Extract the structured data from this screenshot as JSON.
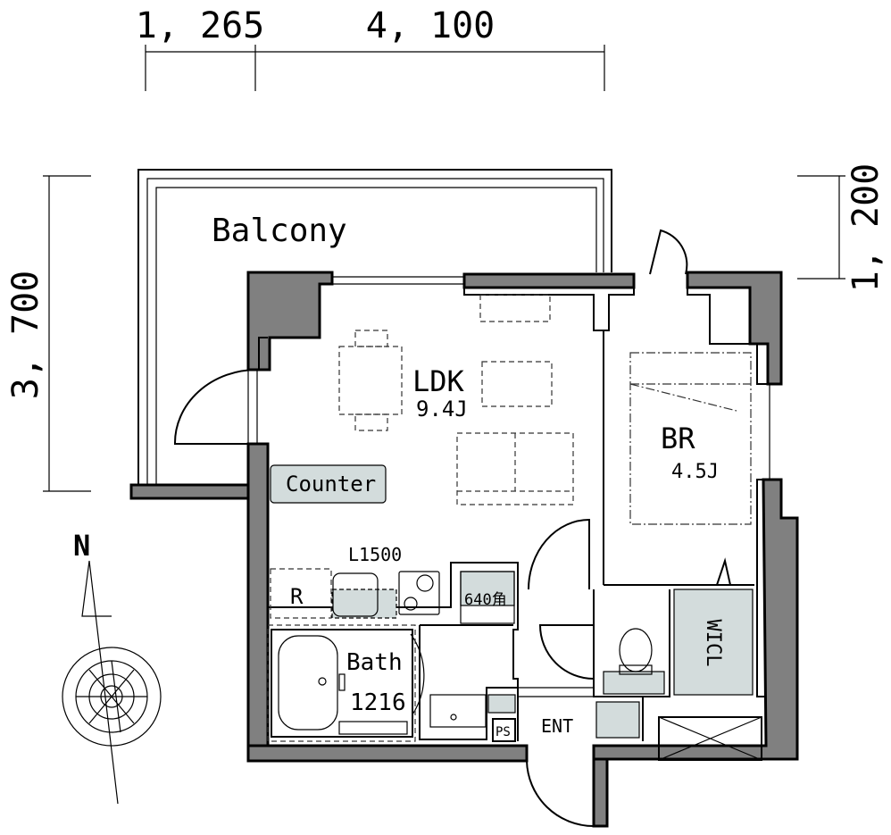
{
  "dimensions": {
    "top": [
      "1, 265",
      "4, 100"
    ],
    "left": "3, 700",
    "right": "1, 200"
  },
  "rooms": {
    "balcony": "Balcony",
    "ldk": {
      "name": "LDK",
      "size": "9.4J"
    },
    "br": {
      "name": "BR",
      "size": "4.5J"
    },
    "counter": "Counter",
    "kitchen_length": "L1500",
    "fridge": "R",
    "laundry": "640角",
    "bath": {
      "name": "Bath",
      "size": "1216"
    },
    "wicl": "WICL",
    "ps": "PS",
    "entrance": "ENT"
  },
  "compass": {
    "north": "N"
  },
  "colors": {
    "wall": "#808080",
    "fixture": "#d3dcdc"
  }
}
